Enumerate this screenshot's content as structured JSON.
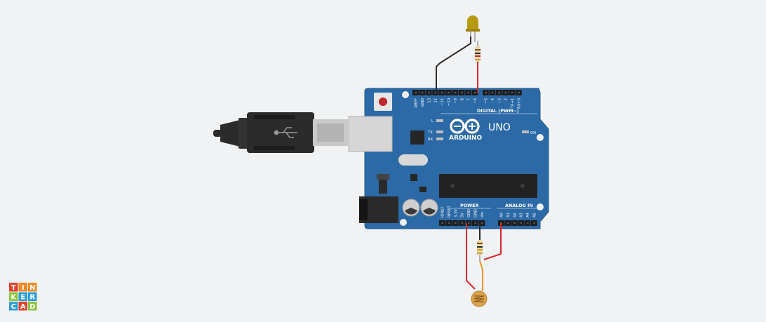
{
  "board": {
    "logo_name": "ARDUINO",
    "model": "UNO",
    "digital_header_label": "DIGITAL (PWM~)",
    "power_label": "POWER",
    "analog_label": "ANALOG IN",
    "on_label": "ON",
    "led_l_label": "L",
    "led_tx_label": "TX",
    "led_rx_label": "RX",
    "digital_pins": [
      "AREF",
      "GND",
      "13",
      "12",
      "~11",
      "~10",
      "~9",
      "8",
      "7",
      "~6",
      "~5",
      "4",
      "~3",
      "2",
      "TX→1",
      "RX←0"
    ],
    "power_pins": [
      "IOREF",
      "RESET",
      "3.3V",
      "5V",
      "GND",
      "GND",
      "Vin"
    ],
    "analog_pins": [
      "A0",
      "A1",
      "A2",
      "A3",
      "A4",
      "A5"
    ]
  },
  "brand": {
    "tinkercad_letters": [
      "T",
      "I",
      "N",
      "K",
      "E",
      "R",
      "C",
      "A",
      "D"
    ],
    "colors": [
      "#e2412e",
      "#f08a24",
      "#2e9fd8",
      "#8cc63f"
    ]
  },
  "colors": {
    "board": "#2b6aa6",
    "wire_red": "#d9262b",
    "wire_black": "#2a2a2a",
    "wire_orange": "#e8962a",
    "led_body": "#b89a12"
  }
}
